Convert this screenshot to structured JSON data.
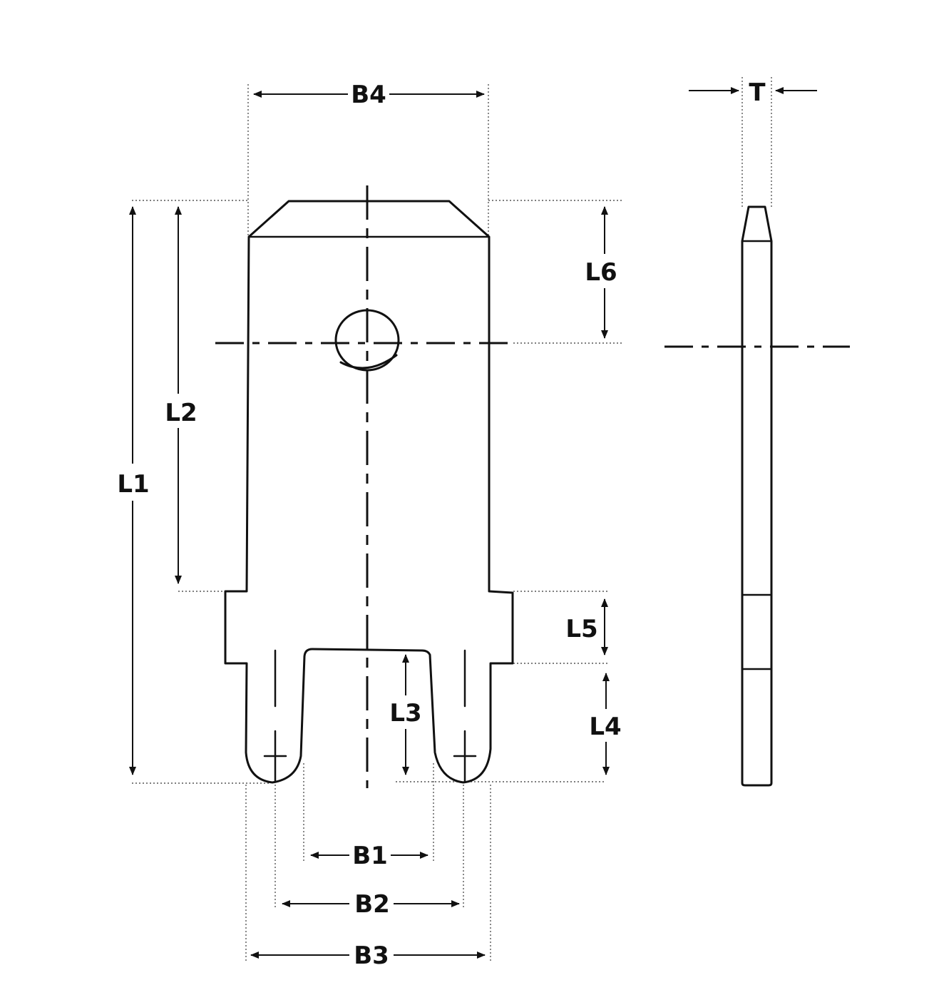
{
  "labels": {
    "b1": "B1",
    "b2": "B2",
    "b3": "B3",
    "b4": "B4",
    "l1": "L1",
    "l2": "L2",
    "l3": "L3",
    "l4": "L4",
    "l5": "L5",
    "l6": "L6",
    "t": "T"
  },
  "colors": {
    "line": "#111111",
    "background": "#ffffff"
  }
}
